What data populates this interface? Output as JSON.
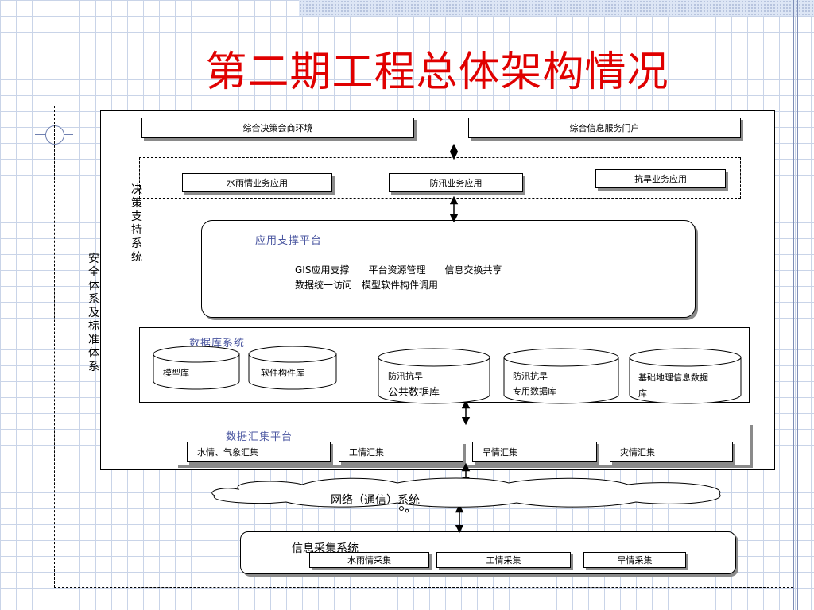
{
  "title": "第二期工程总体架构情况",
  "left_labels": {
    "security": "安全体系及标准体系",
    "decision": "决策支持系统"
  },
  "portal_row": {
    "consult": "综合决策会商环境",
    "portal": "综合信息服务门户"
  },
  "apps": {
    "rain": "水雨情业务应用",
    "flood": "防汛业务应用",
    "drought": "抗旱业务应用"
  },
  "support_platform": {
    "title": "应用支撑平台",
    "line1": "GIS应用支撑　　平台资源管理　　信息交换共享",
    "line2": "数据统一访问　模型软件构件调用"
  },
  "database_system": {
    "title": "数据库系统",
    "model_db": "模型库",
    "software_db": "软件构件库",
    "public_db_l1": "防汛抗旱",
    "public_db_l2": "公共数据库",
    "special_db_l1": "防汛抗旱",
    "special_db_l2": "专用数据库",
    "geo_db_l1": "基础地理信息数据",
    "geo_db_l2": "库"
  },
  "aggregation": {
    "title": "数据汇集平台",
    "water_weather": "水情、气象汇集",
    "engineering": "工情汇集",
    "drought": "旱情汇集",
    "disaster": "灾情汇集"
  },
  "network": {
    "label": "网络（通信）系统"
  },
  "collection": {
    "title": "信息采集系统",
    "rain": "水雨情采集",
    "engineering": "工情采集",
    "drought": "旱情采集"
  },
  "colors": {
    "title": "#e00000",
    "platform_title": "#4a56a0",
    "grid": "#c9d4e8"
  }
}
